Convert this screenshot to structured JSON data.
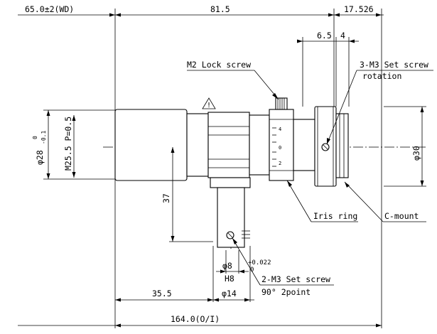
{
  "drawing": {
    "dimensions": {
      "wd": "65.0±2(WD)",
      "length_top": "81.5",
      "flange": "17.526",
      "d_6_5": "6.5",
      "d_4": "4",
      "dia_28": "φ28",
      "tol_28_upper": "0",
      "tol_28_lower": "-0.1",
      "thread": "M25.5  P=0.5",
      "dia_30": "φ30",
      "height_37": "37",
      "dia_8": "φ8",
      "fit_h8": "H8",
      "tol_8_upper": "+0.022",
      "tol_8_lower": "0",
      "dia_14": "φ14",
      "d_35_5": "35.5",
      "total_length": "164.0(O/I)"
    },
    "callouts": {
      "lock_screw": "M2 Lock screw",
      "set_screw_top_1": "3-M3 Set screw",
      "set_screw_top_2": "rotation",
      "iris_ring": "Iris ring",
      "c_mount": "C-mount",
      "set_screw_bottom_1": "2-M3 Set screw",
      "set_screw_bottom_2": "90° 2point"
    },
    "scale_marks": [
      "4",
      "0",
      "2"
    ],
    "warning_symbol": "!"
  }
}
